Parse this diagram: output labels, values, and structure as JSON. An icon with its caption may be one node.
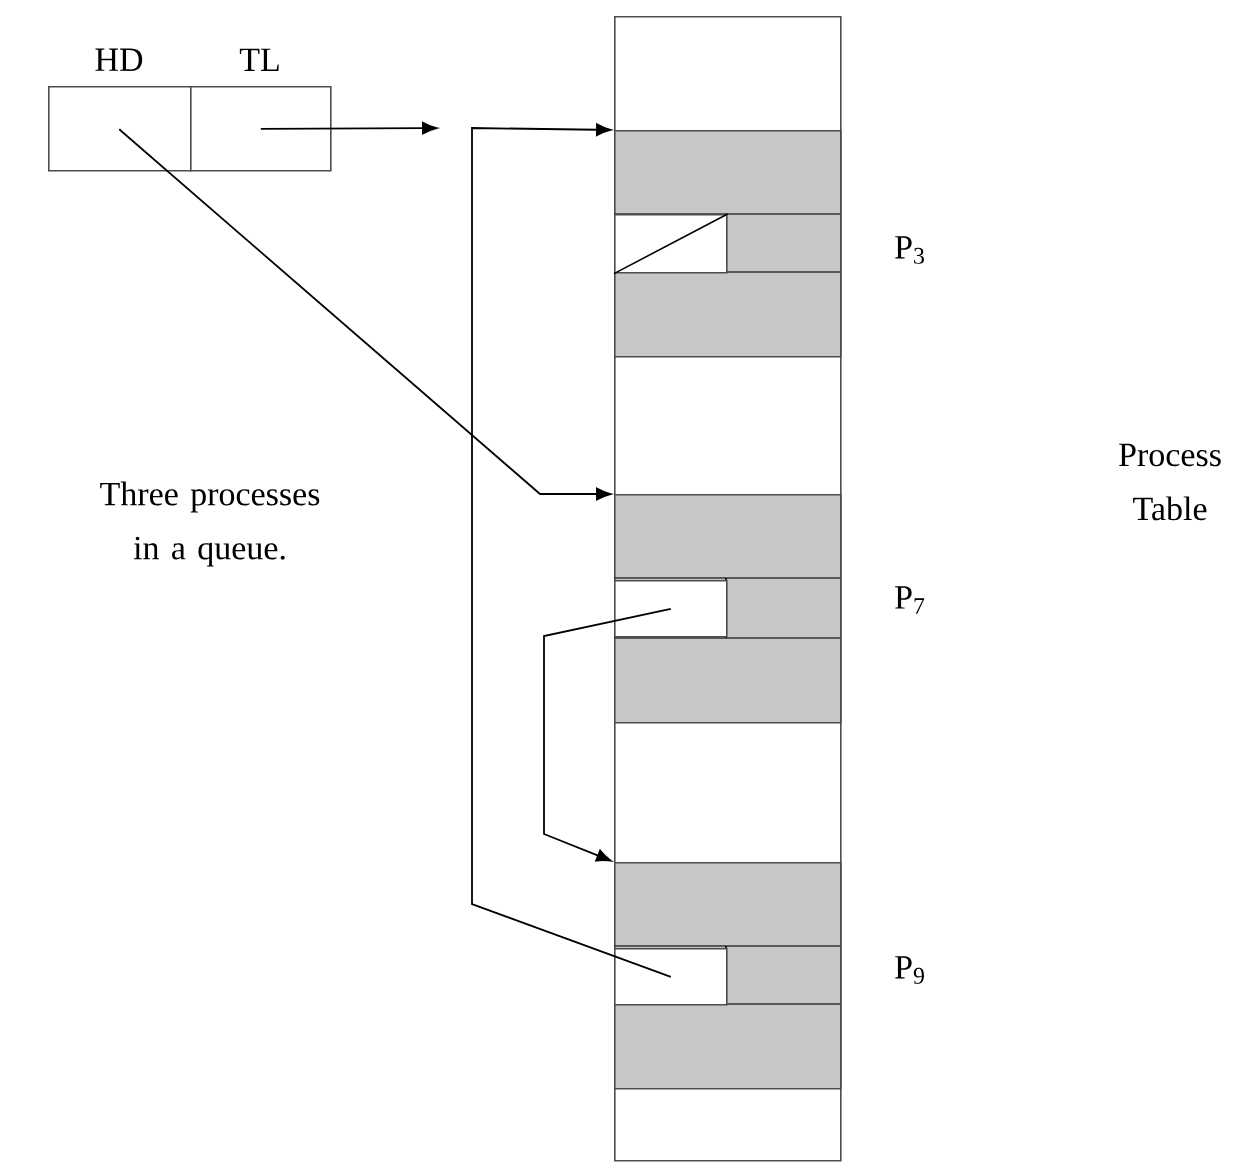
{
  "diagram": {
    "nodes": [
      {
        "text": [
          "HD"
        ]
      },
      {
        "text": [
          "TL"
        ]
      },
      {
        "text": [],
        "shape": "box"
      },
      {
        "text": [],
        "shape": "box",
        "in": 2,
        "beside": [
          "P$_{3}$"
        ]
      },
      {
        "text": [],
        "shape": "box",
        "in": 3
      },
      {
        "text": [],
        "shape": "box",
        "in": 2,
        "beside": [
          "P$_{7}$"
        ]
      },
      {
        "text": [],
        "shape": "box",
        "in": 5
      },
      {
        "text": [],
        "shape": "box",
        "in": 2,
        "beside": [
          "P$_{9}$"
        ]
      },
      {
        "text": [],
        "shape": "box",
        "in": 7
      }
    ],
    "edges": [
      {
        "from": 0,
        "to": 5,
        "arrow": "to"
      },
      {
        "from": 1,
        "to": null,
        "arrow": "to"
      },
      {
        "from": 6,
        "to": 7,
        "arrow": "to"
      },
      {
        "from": 8,
        "to": 3,
        "arrow": "to"
      }
    ],
    "labels": [
      "Three processes in a queue.",
      "Process Table"
    ]
  }
}
